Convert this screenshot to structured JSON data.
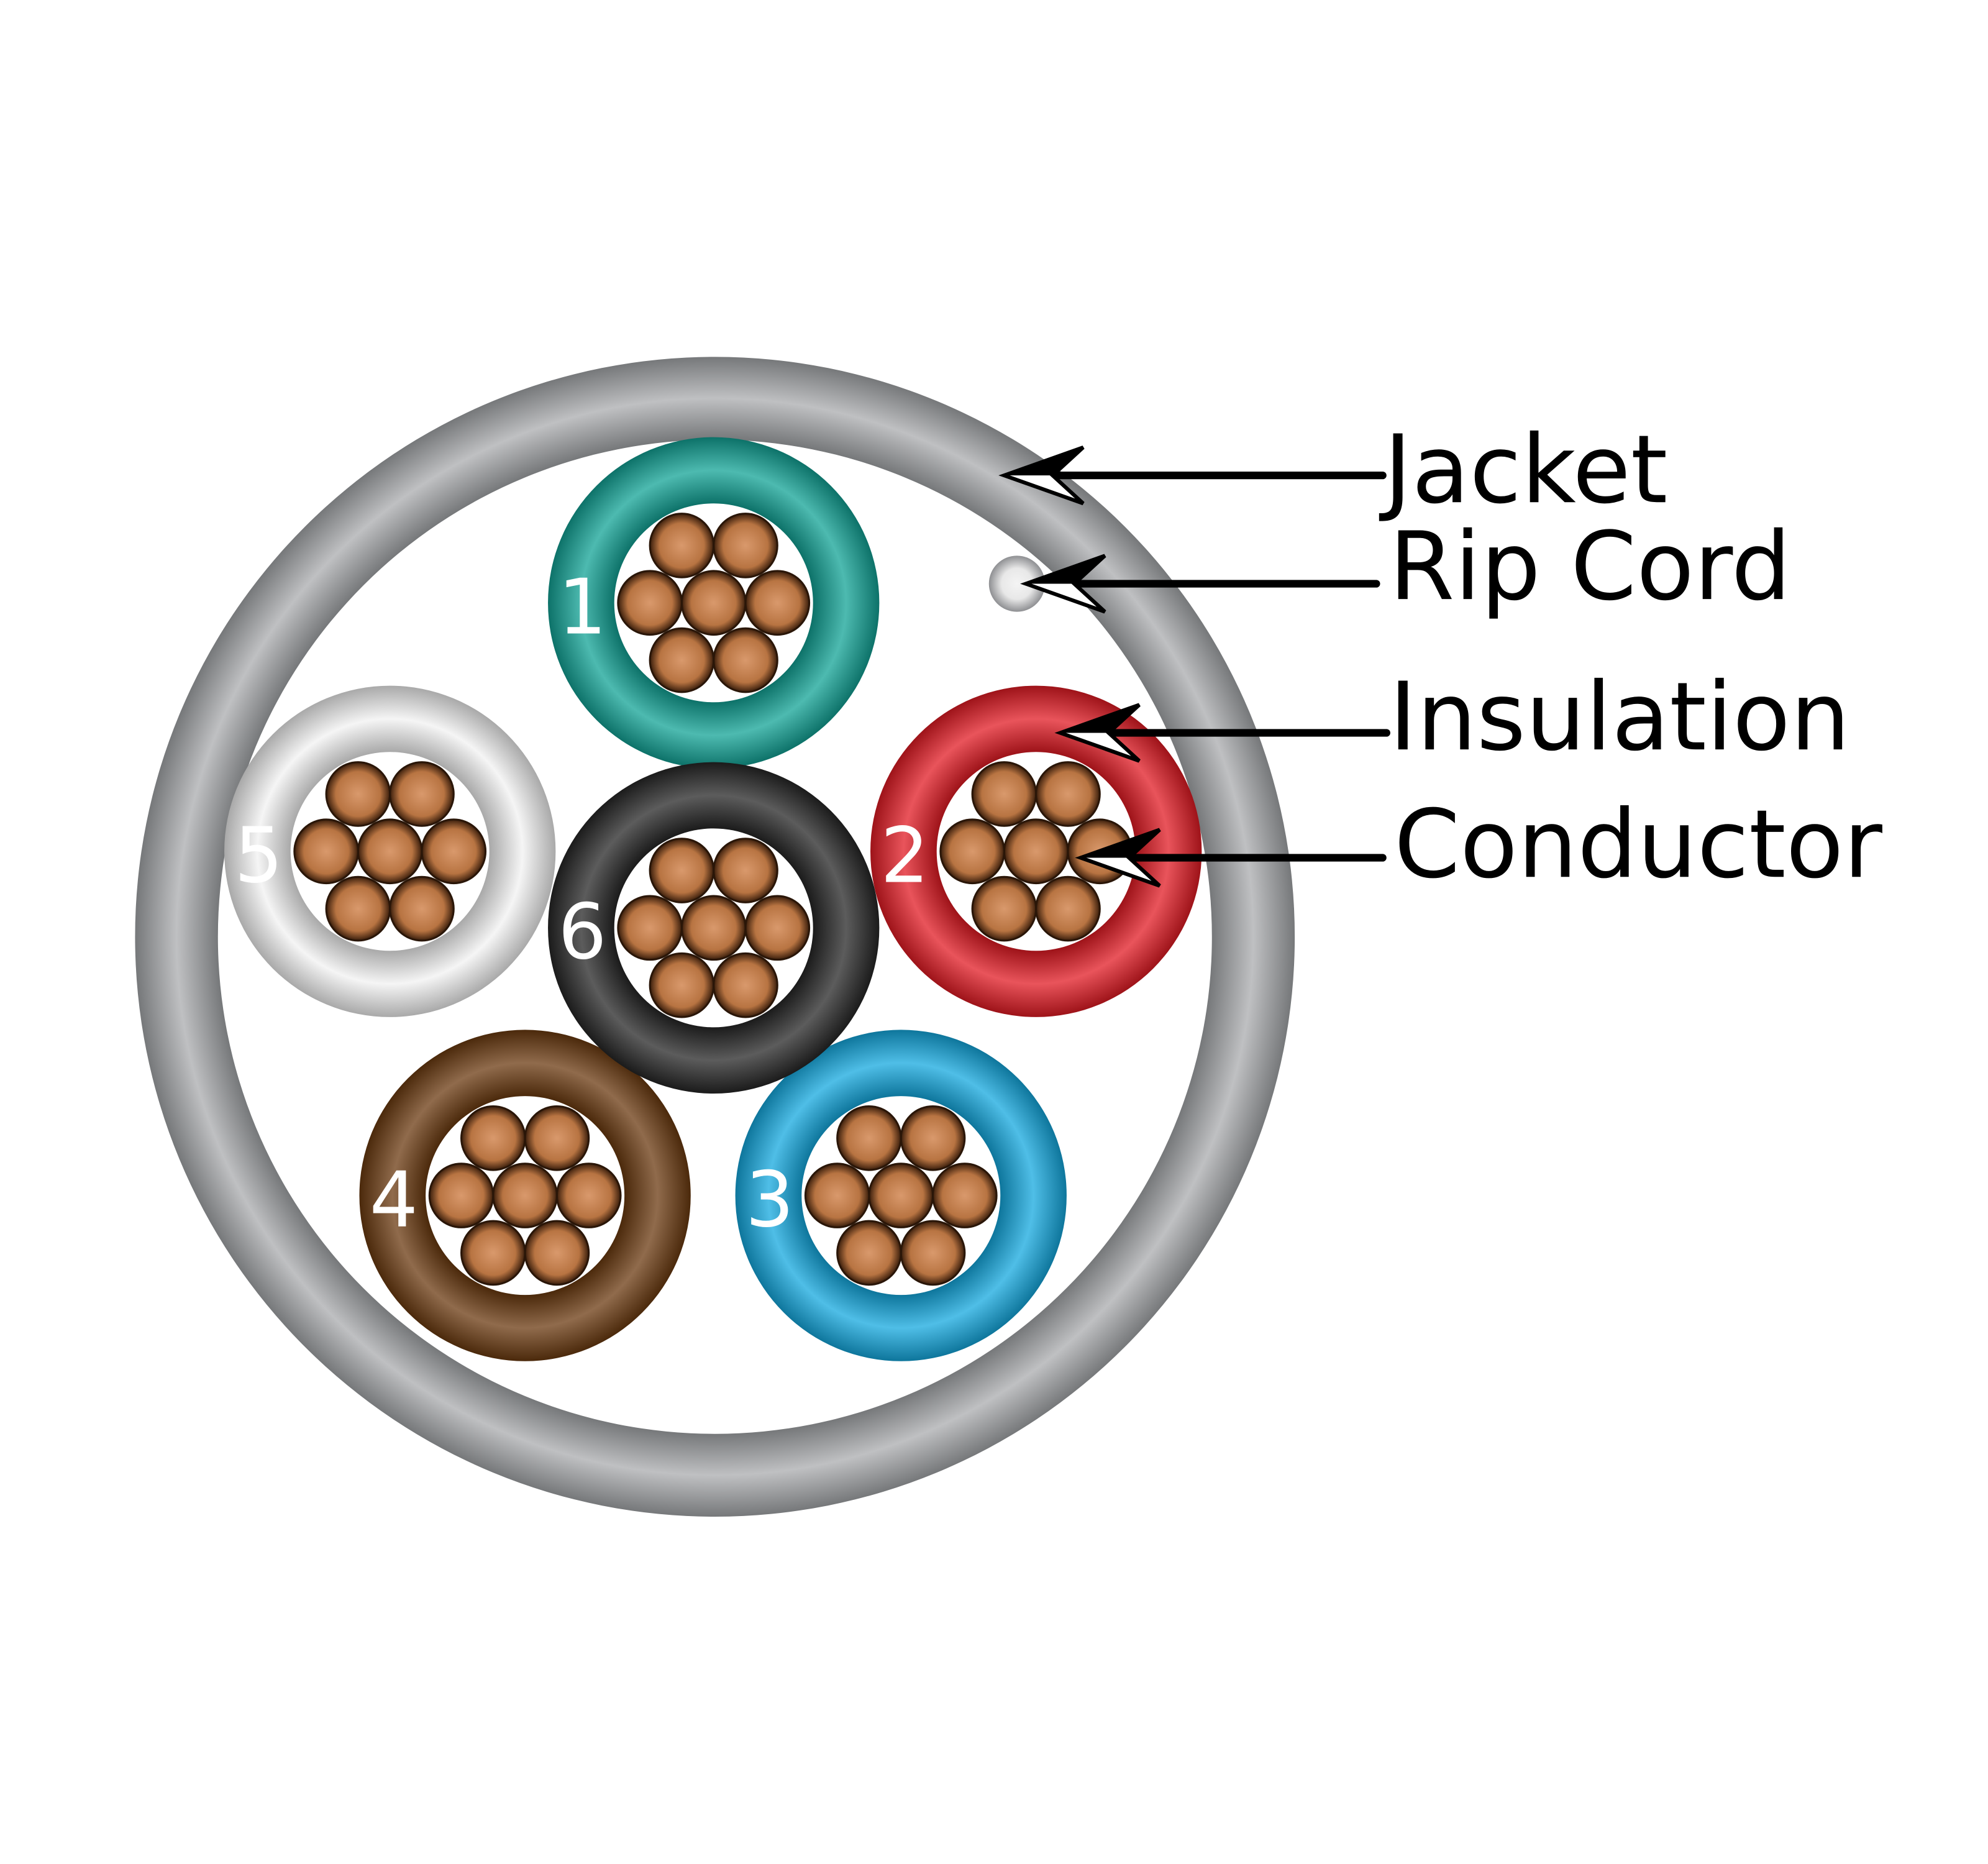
{
  "diagram": {
    "labels": {
      "jacket": "Jacket",
      "rip_cord": "Rip Cord",
      "insulation": "Insulation",
      "conductor": "Conductor"
    },
    "wires": [
      {
        "number": "1",
        "color": "#12a396",
        "label_color": "#ffffff"
      },
      {
        "number": "2",
        "color": "#e21b24",
        "label_color": "#ffffff"
      },
      {
        "number": "3",
        "color": "#14a8df",
        "label_color": "#ffffff"
      },
      {
        "number": "4",
        "color": "#6b3a10",
        "label_color": "#ffffff"
      },
      {
        "number": "5",
        "color": "#f2f2f2",
        "label_color": "#000000"
      },
      {
        "number": "6",
        "color": "#262626",
        "label_color": "#ffffff"
      }
    ],
    "colors": {
      "jacket": "#a9abae",
      "conductor": "#c27a45",
      "rip_cord": "#e8e8e8"
    }
  }
}
